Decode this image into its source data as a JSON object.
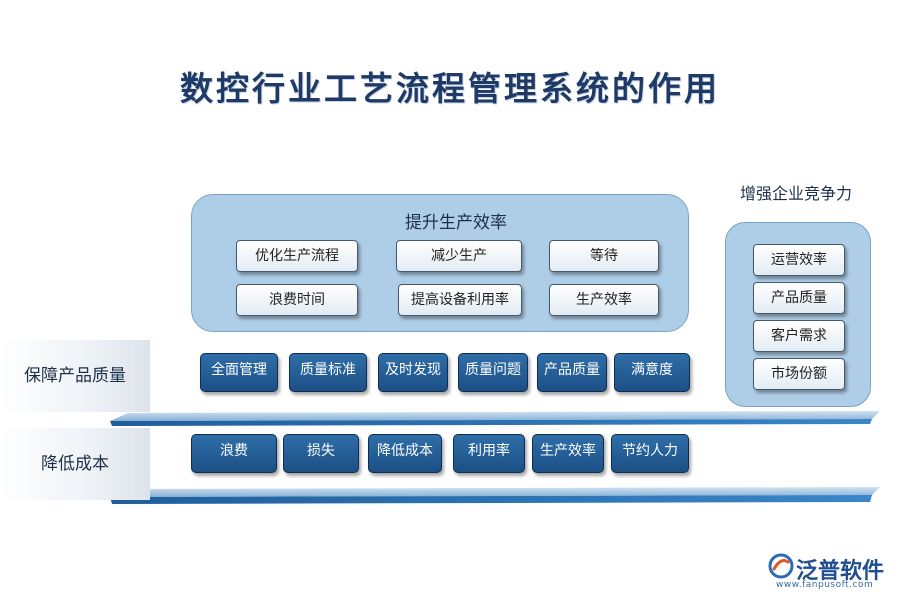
{
  "title": "数控行业工艺流程管理系统的作用",
  "top_panel": {
    "label": "提升生产效率",
    "row1": [
      "优化生产流程",
      "减少生产",
      "等待"
    ],
    "row2": [
      "浪费时间",
      "提高设备利用率",
      "生产效率"
    ]
  },
  "right_panel": {
    "label": "增强企业竞争力",
    "items": [
      "运营效率",
      "产品质量",
      "客户需求",
      "市场份额"
    ]
  },
  "quality_row": {
    "label": "保障产品质量",
    "items": [
      "全面管理",
      "质量标准",
      "及时发现",
      "质量问题",
      "产品质量",
      "满意度"
    ]
  },
  "cost_row": {
    "label": "降低成本",
    "items": [
      "浪费",
      "损失",
      "降低成本",
      "利用率",
      "生产效率",
      "节约人力"
    ]
  },
  "logo": {
    "name": "泛普软件",
    "url": "www.fanpusoft.com"
  }
}
